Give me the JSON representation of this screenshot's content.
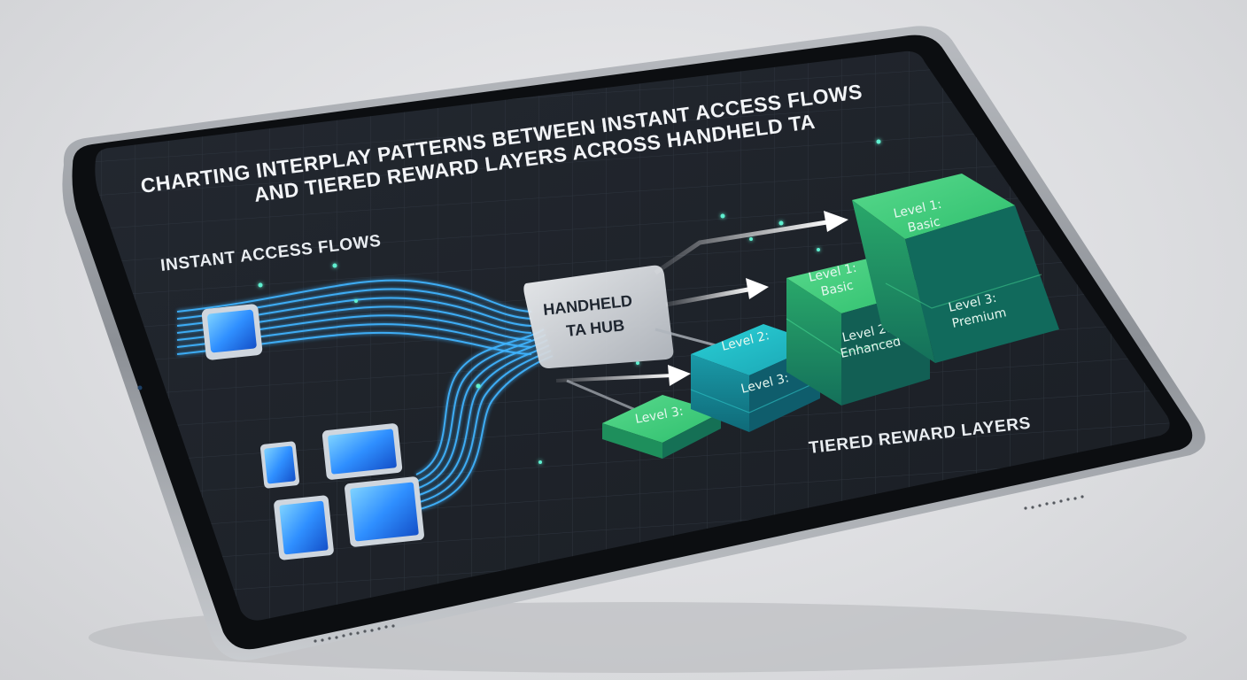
{
  "title": {
    "line1": "CHARTING INTERPLAY PATTERNS BETWEEN INSTANT ACCESS FLOWS",
    "line2": "AND TIERED REWARD LAYERS ACROSS HANDHELD TA"
  },
  "left_section": {
    "label": "INSTANT ACCESS FLOWS"
  },
  "hub": {
    "line1": "HANDHELD",
    "line2": "TA HUB"
  },
  "right_section": {
    "label": "TIERED REWARD LAYERS"
  },
  "tiers": {
    "small": {
      "top": "Level 3:"
    },
    "medium": {
      "top": "Level 2:",
      "front": "Level 3:"
    },
    "large": {
      "top_l1": "Level 1:",
      "top_l2": "Basic",
      "front_l1": "Level 2:",
      "front_l2": "Enhanced"
    },
    "xlarge": {
      "top_l1": "Level 1:",
      "top_l2": "Basic",
      "front_l1": "Level 3:",
      "front_l2": "Premium"
    }
  },
  "colors": {
    "flow_blue": "#3fb4ff",
    "tier_green": "#3fcf7a",
    "tier_teal": "#1fa8b0",
    "screen_bg": "#1e2329"
  },
  "icons": [
    "phone-icon",
    "small-phone-icon",
    "tablet-icon",
    "small-tablet-icon",
    "arrow-icon"
  ]
}
